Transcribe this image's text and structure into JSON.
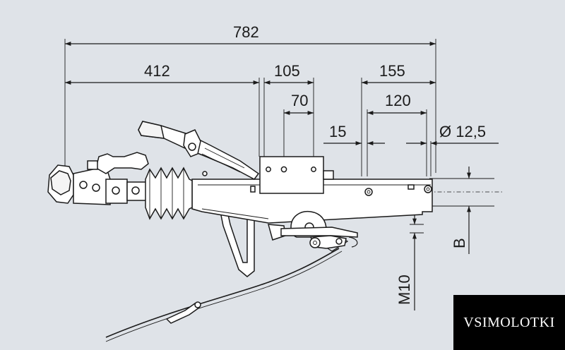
{
  "dimensions": {
    "overall_length": "782",
    "coupling_to_flange": "412",
    "flange_width": "105",
    "flange_hole_spacing": "70",
    "hole_offset": "15",
    "rear_outer": "155",
    "rear_hole_spacing": "120",
    "hole_diameter": "Ø 12,5",
    "thread": "M10",
    "width_b": "B"
  },
  "watermark": {
    "text": "VSIMOLOTKI"
  },
  "colors": {
    "background": "#dfe3e8",
    "line": "#1b1b1b",
    "part_fill": "#ffffff",
    "watermark_bg": "#000000",
    "watermark_text": "#ffffff"
  }
}
